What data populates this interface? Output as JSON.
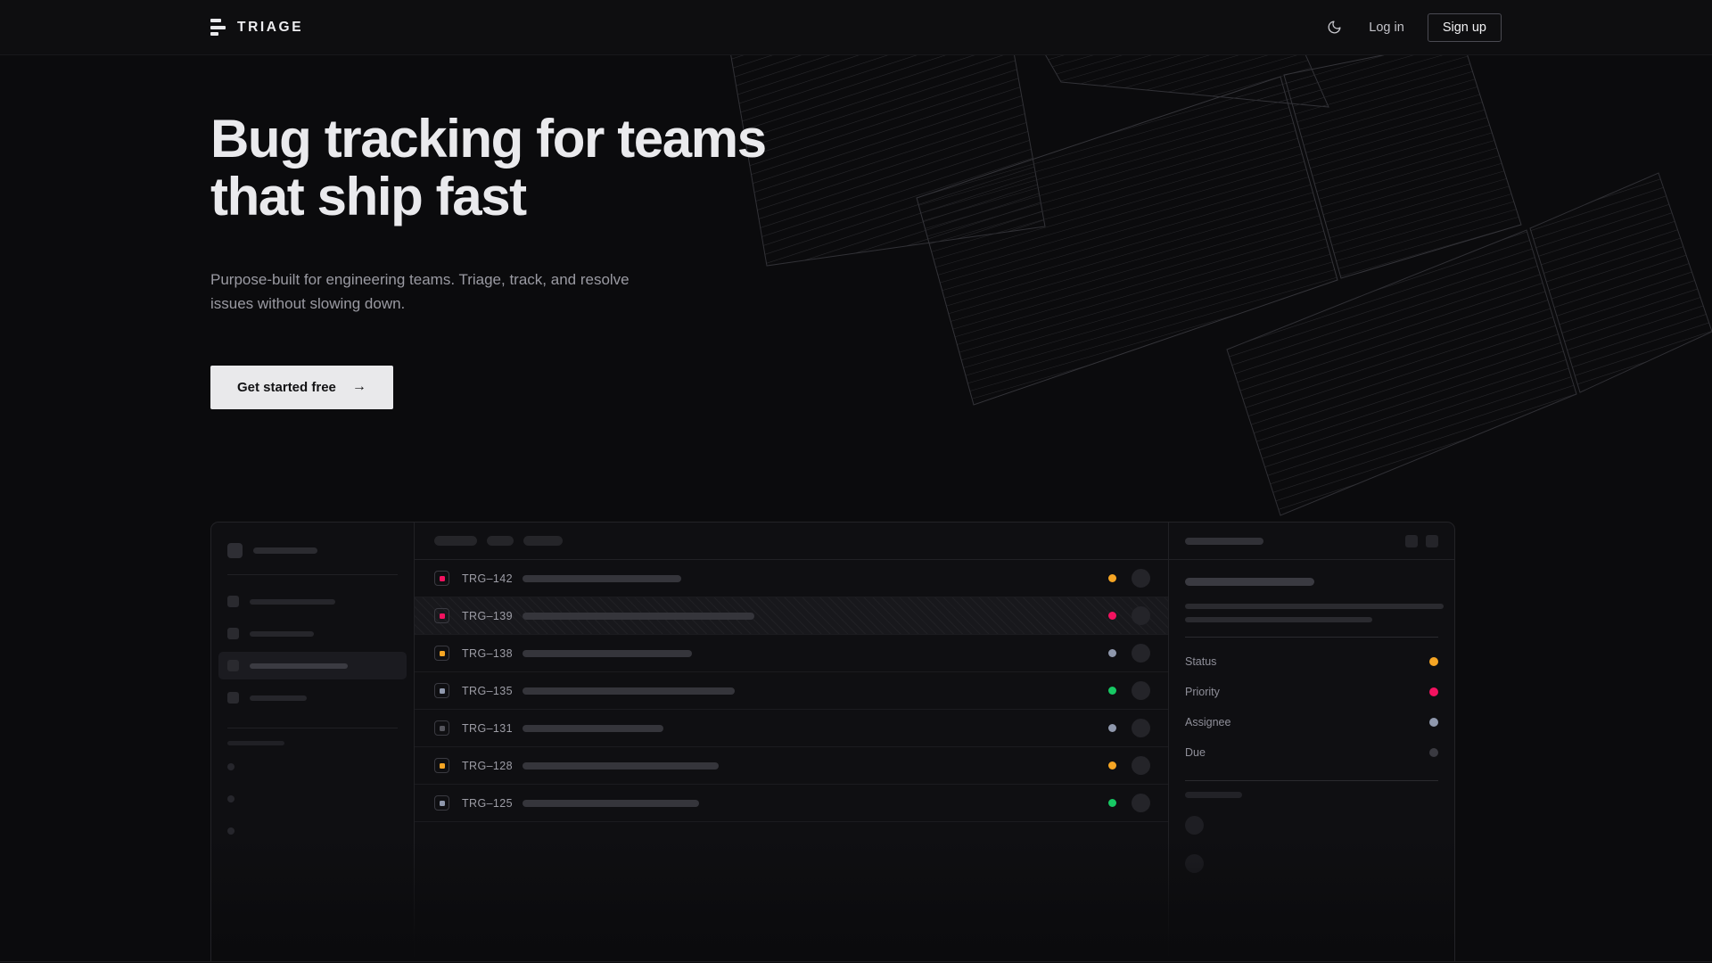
{
  "nav": {
    "brand": "TRIAGE",
    "theme_icon": "moon-icon",
    "login_label": "Log in",
    "signup_label": "Sign up"
  },
  "hero": {
    "headline_line1": "Bug tracking for teams",
    "headline_line2": "that ship fast",
    "subhead": "Purpose-built for engineering teams. Triage, track, and resolve issues without slowing down.",
    "cta_label": "Get started free",
    "cta_arrow": "→"
  },
  "colors": {
    "page_bg": "#0b0b0d",
    "nav_bg": "#0e0e10",
    "app_bg": "#0f0f12",
    "border": "#232327",
    "cta_bg": "#e9e9eb",
    "status_orange": "#f5a524",
    "status_pink": "#f31260",
    "status_green": "#17c964",
    "status_slate": "#8f98ad",
    "status_muted": "#3a3a41"
  },
  "app": {
    "sidebar": {
      "workspace_label": "workspace-placeholder",
      "nav_items": [
        {
          "label": "nav-item-1",
          "width": 96,
          "active": false
        },
        {
          "label": "nav-item-2",
          "width": 72,
          "active": false
        },
        {
          "label": "nav-item-3",
          "width": 110,
          "active": true
        },
        {
          "label": "nav-item-4",
          "width": 64,
          "active": false
        }
      ],
      "section_label": "section-placeholder",
      "mini_items": 3
    },
    "list_toolbar": {
      "chips": [
        48,
        30,
        44
      ]
    },
    "rows": [
      {
        "id": "TRG–142",
        "priority_color": "#f31260",
        "title_width": 178,
        "status_color": "#f5a524",
        "selected": false
      },
      {
        "id": "TRG–139",
        "priority_color": "#f31260",
        "title_width": 260,
        "status_color": "#f31260",
        "selected": true
      },
      {
        "id": "TRG–138",
        "priority_color": "#f5a524",
        "title_width": 190,
        "status_color": "#8f98ad",
        "selected": false
      },
      {
        "id": "TRG–135",
        "priority_color": "#8f98ad",
        "title_width": 238,
        "status_color": "#17c964",
        "selected": false
      },
      {
        "id": "TRG–131",
        "priority_color": "#55555d",
        "title_width": 158,
        "status_color": "#8f98ad",
        "selected": false
      },
      {
        "id": "TRG–128",
        "priority_color": "#f5a524",
        "title_width": 220,
        "status_color": "#f5a524",
        "selected": false
      },
      {
        "id": "TRG–125",
        "priority_color": "#8f98ad",
        "title_width": 198,
        "status_color": "#17c964",
        "selected": false
      }
    ],
    "detail": {
      "header_label": "detail-title-placeholder",
      "actions": [
        "detail-action-1",
        "detail-action-2"
      ],
      "body_lines": [
        290,
        210
      ],
      "fields": [
        {
          "label": "Status",
          "color": "#f5a524"
        },
        {
          "label": "Priority",
          "color": "#f31260"
        },
        {
          "label": "Assignee",
          "color": "#8f98ad"
        },
        {
          "label": "Due",
          "color": "#3a3a41"
        }
      ],
      "footer_label": "activity-placeholder",
      "comment_avatars": 2
    }
  }
}
